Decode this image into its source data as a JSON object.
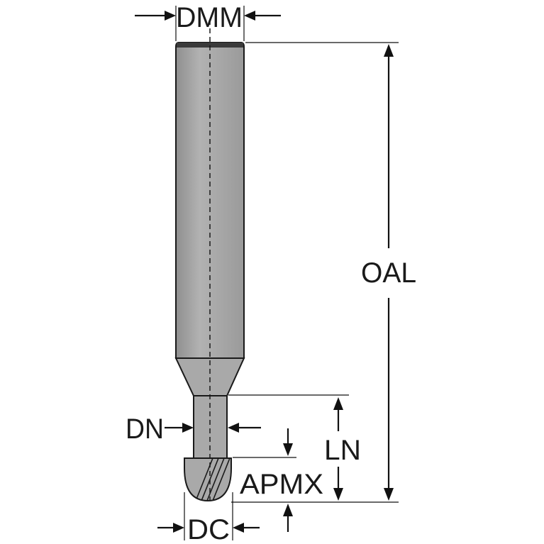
{
  "labels": {
    "dmm": "DMM",
    "oal": "OAL",
    "dn": "DN",
    "ln": "LN",
    "apmx": "APMX",
    "dc": "DC"
  },
  "colors": {
    "tool_body": "#a6a6a6",
    "tool_outline": "#1a1a1a",
    "dimension_line": "#111111",
    "background": "#ffffff"
  }
}
